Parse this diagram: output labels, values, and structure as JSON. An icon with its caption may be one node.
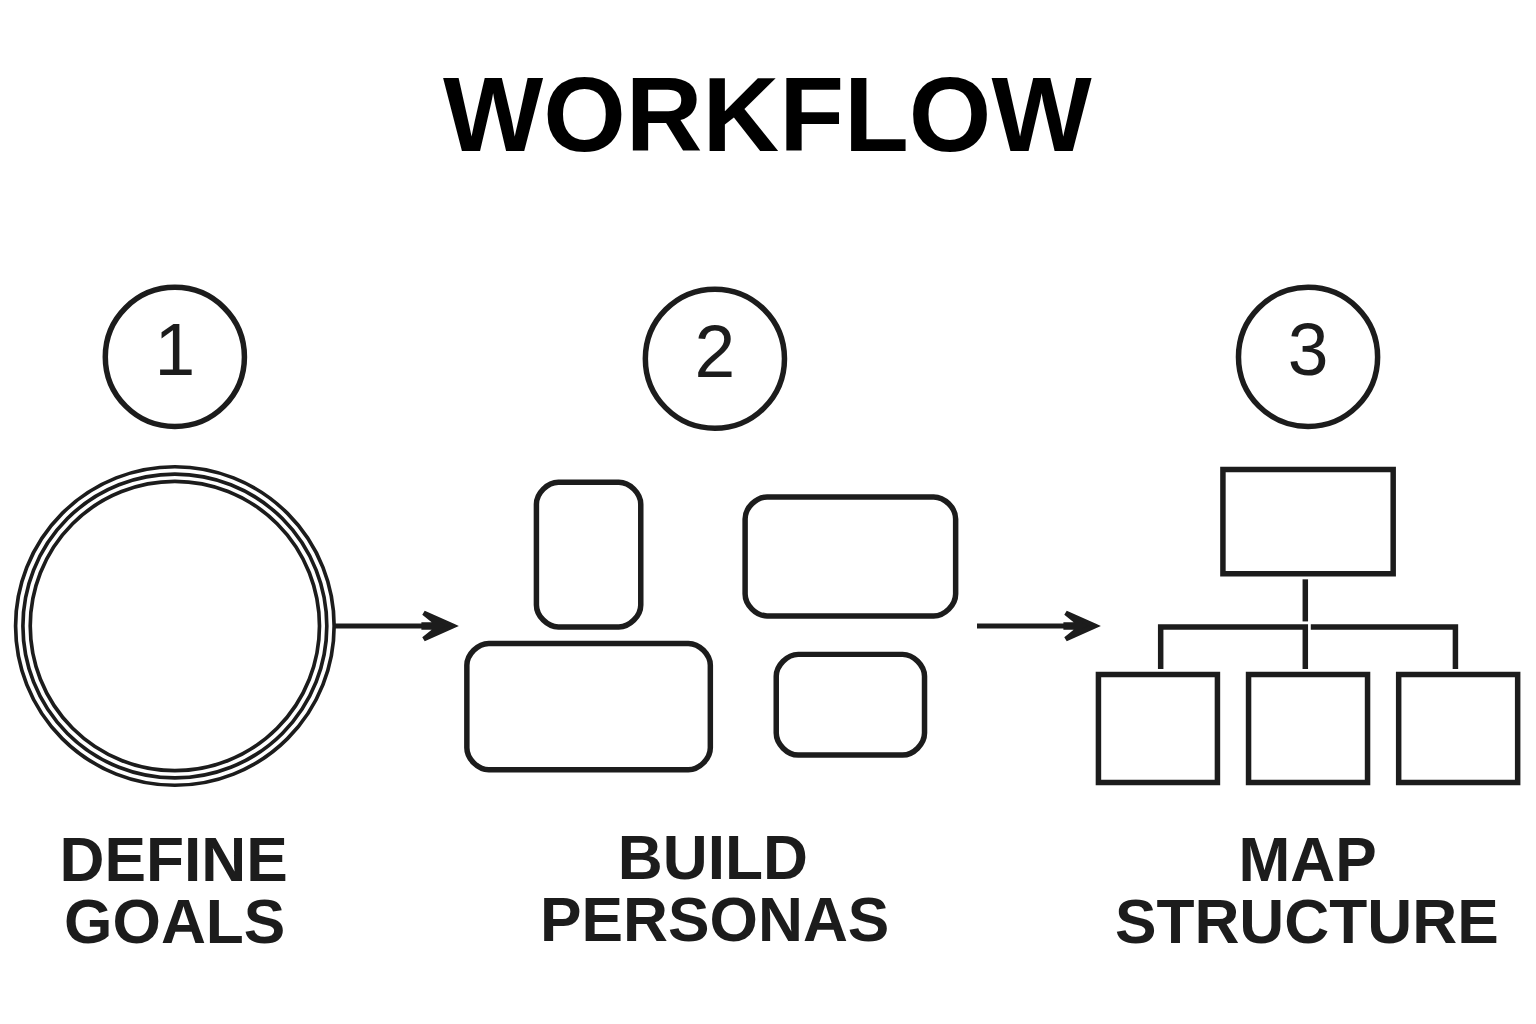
{
  "diagram": {
    "title": "WORKFLOW",
    "nodes": [
      {
        "text": [
          "1"
        ]
      },
      {
        "text": [],
        "shape": "picture",
        "beside": [
          "DEFINE GOALS"
        ]
      },
      {
        "text": [
          "2"
        ]
      },
      {
        "text": [],
        "shape": "picture",
        "beside": [
          "BUILD PERSONAS"
        ]
      },
      {
        "text": [
          "3"
        ]
      },
      {
        "text": [],
        "shape": "picture",
        "beside": [
          "MAP STRUCTURE"
        ]
      }
    ],
    "edges": [
      {
        "from": 1,
        "to": 3,
        "arrow": "to"
      },
      {
        "from": 3,
        "to": 5,
        "arrow": "to"
      }
    ]
  }
}
